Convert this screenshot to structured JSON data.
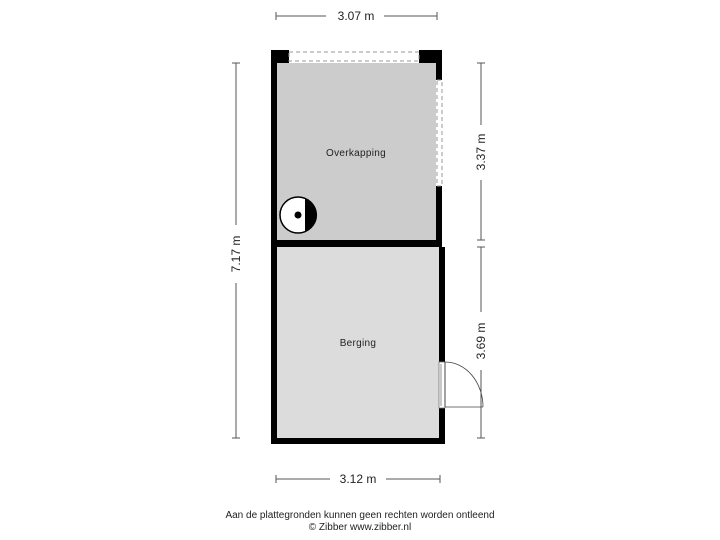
{
  "dimensions": {
    "top_width": "3.07 m",
    "bottom_width": "3.12 m",
    "left_height": "7.17 m",
    "right_upper_height": "3.37 m",
    "right_lower_height": "3.69 m"
  },
  "rooms": {
    "overkapping": "Overkapping",
    "berging": "Berging"
  },
  "footer": {
    "disclaimer": "Aan de plattegronden kunnen geen rechten worden ontleend",
    "credit": "© Zibber www.zibber.nl"
  },
  "colors": {
    "wall": "#000000",
    "overkapping_floor": "#cccccc",
    "berging_floor": "#dcdcdc",
    "dimension_line": "#555555"
  }
}
